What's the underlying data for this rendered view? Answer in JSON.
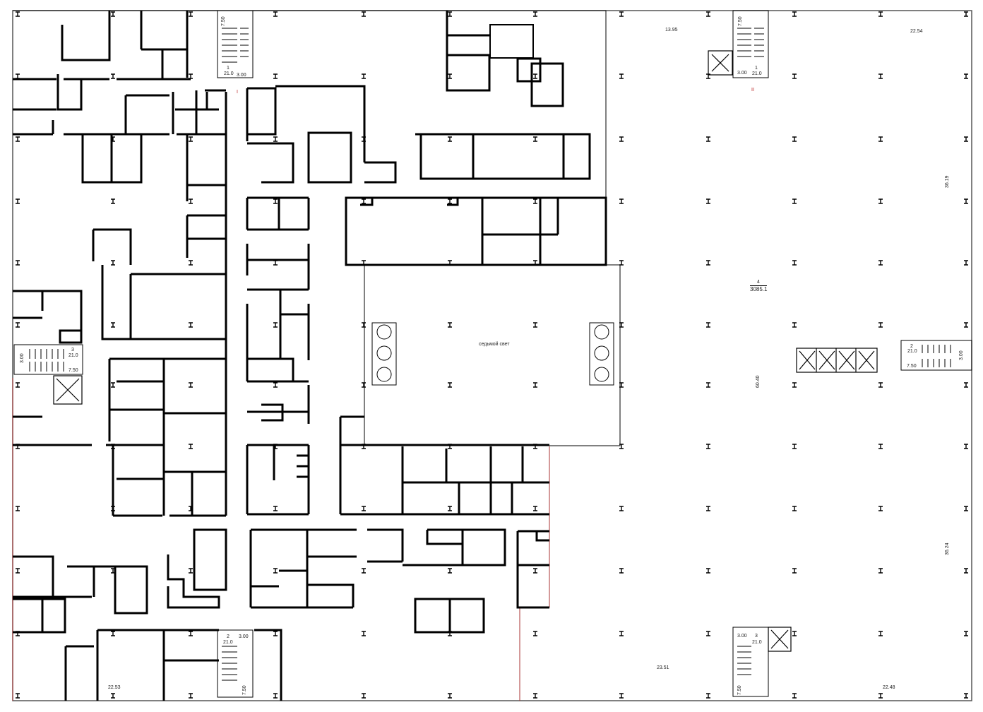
{
  "diagram": {
    "areas": {
      "north": "13.95",
      "northeast": "22.54",
      "east_upper": "36.19",
      "east_lower": "36.24",
      "south_left": "22.53",
      "south_mid": "23.51",
      "south_right": "22.48",
      "center_vertical": "60.40"
    },
    "premise": {
      "number": "4",
      "area": "3085.1"
    },
    "atrium_label": "седьмой свет",
    "stairs": [
      {
        "id": "1",
        "number": "1",
        "width": "21.0",
        "depth": "3.00",
        "length": "7.50",
        "axis": "I"
      },
      {
        "id": "2",
        "number": "1",
        "width": "21.0",
        "depth": "3.00",
        "length": "7.50",
        "axis": "II"
      },
      {
        "id": "3",
        "number": "3",
        "width": "21.0",
        "depth": "3.00",
        "length": "7.50"
      },
      {
        "id": "4",
        "number": "2",
        "width": "21.0",
        "depth": "3.00",
        "length": "7.50"
      },
      {
        "id": "5",
        "number": "2",
        "width": "21.0",
        "depth": "3.00",
        "length": "7.50"
      },
      {
        "id": "6",
        "number": "3",
        "width": "21.0",
        "depth": "3.00",
        "length": "7.50"
      }
    ]
  }
}
